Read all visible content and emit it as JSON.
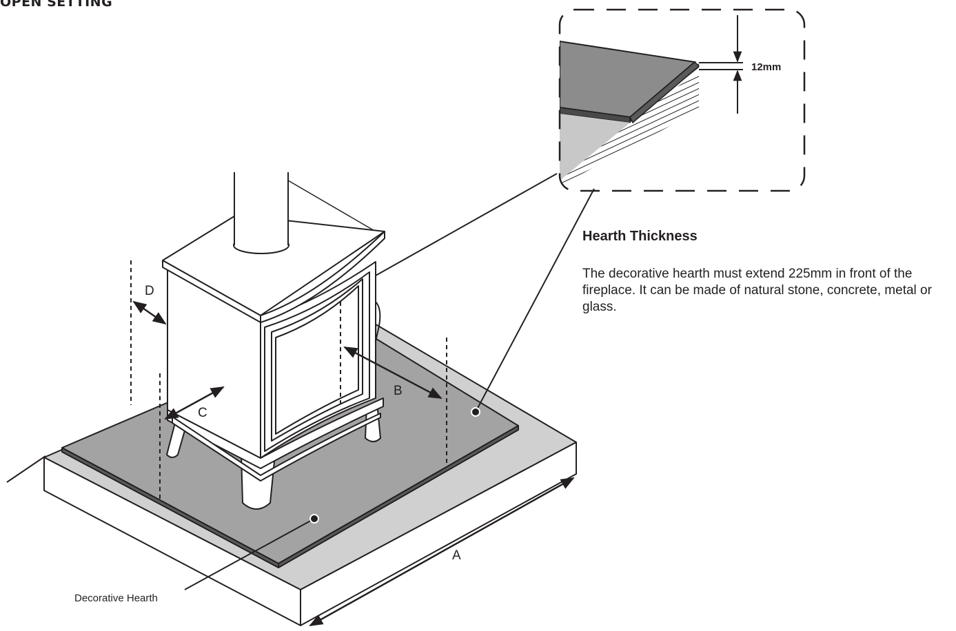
{
  "title": "OPEN SETTING",
  "detail": {
    "thickness_label": "12mm",
    "heading": "Hearth Thickness",
    "text": "The decorative hearth must extend 225mm in front of the fireplace. It can be made of natural stone, concrete, metal or glass."
  },
  "callouts": {
    "decorative_hearth": "Decorative Hearth"
  },
  "dimensions": {
    "a": "A",
    "b": "B",
    "c": "C",
    "d": "D"
  },
  "colors": {
    "line": "#231f20",
    "hearth_top": "#a3a3a3",
    "base_top": "#d0d0d0",
    "detail_dark": "#8c8c8c",
    "detail_light": "#c8c8c8"
  }
}
